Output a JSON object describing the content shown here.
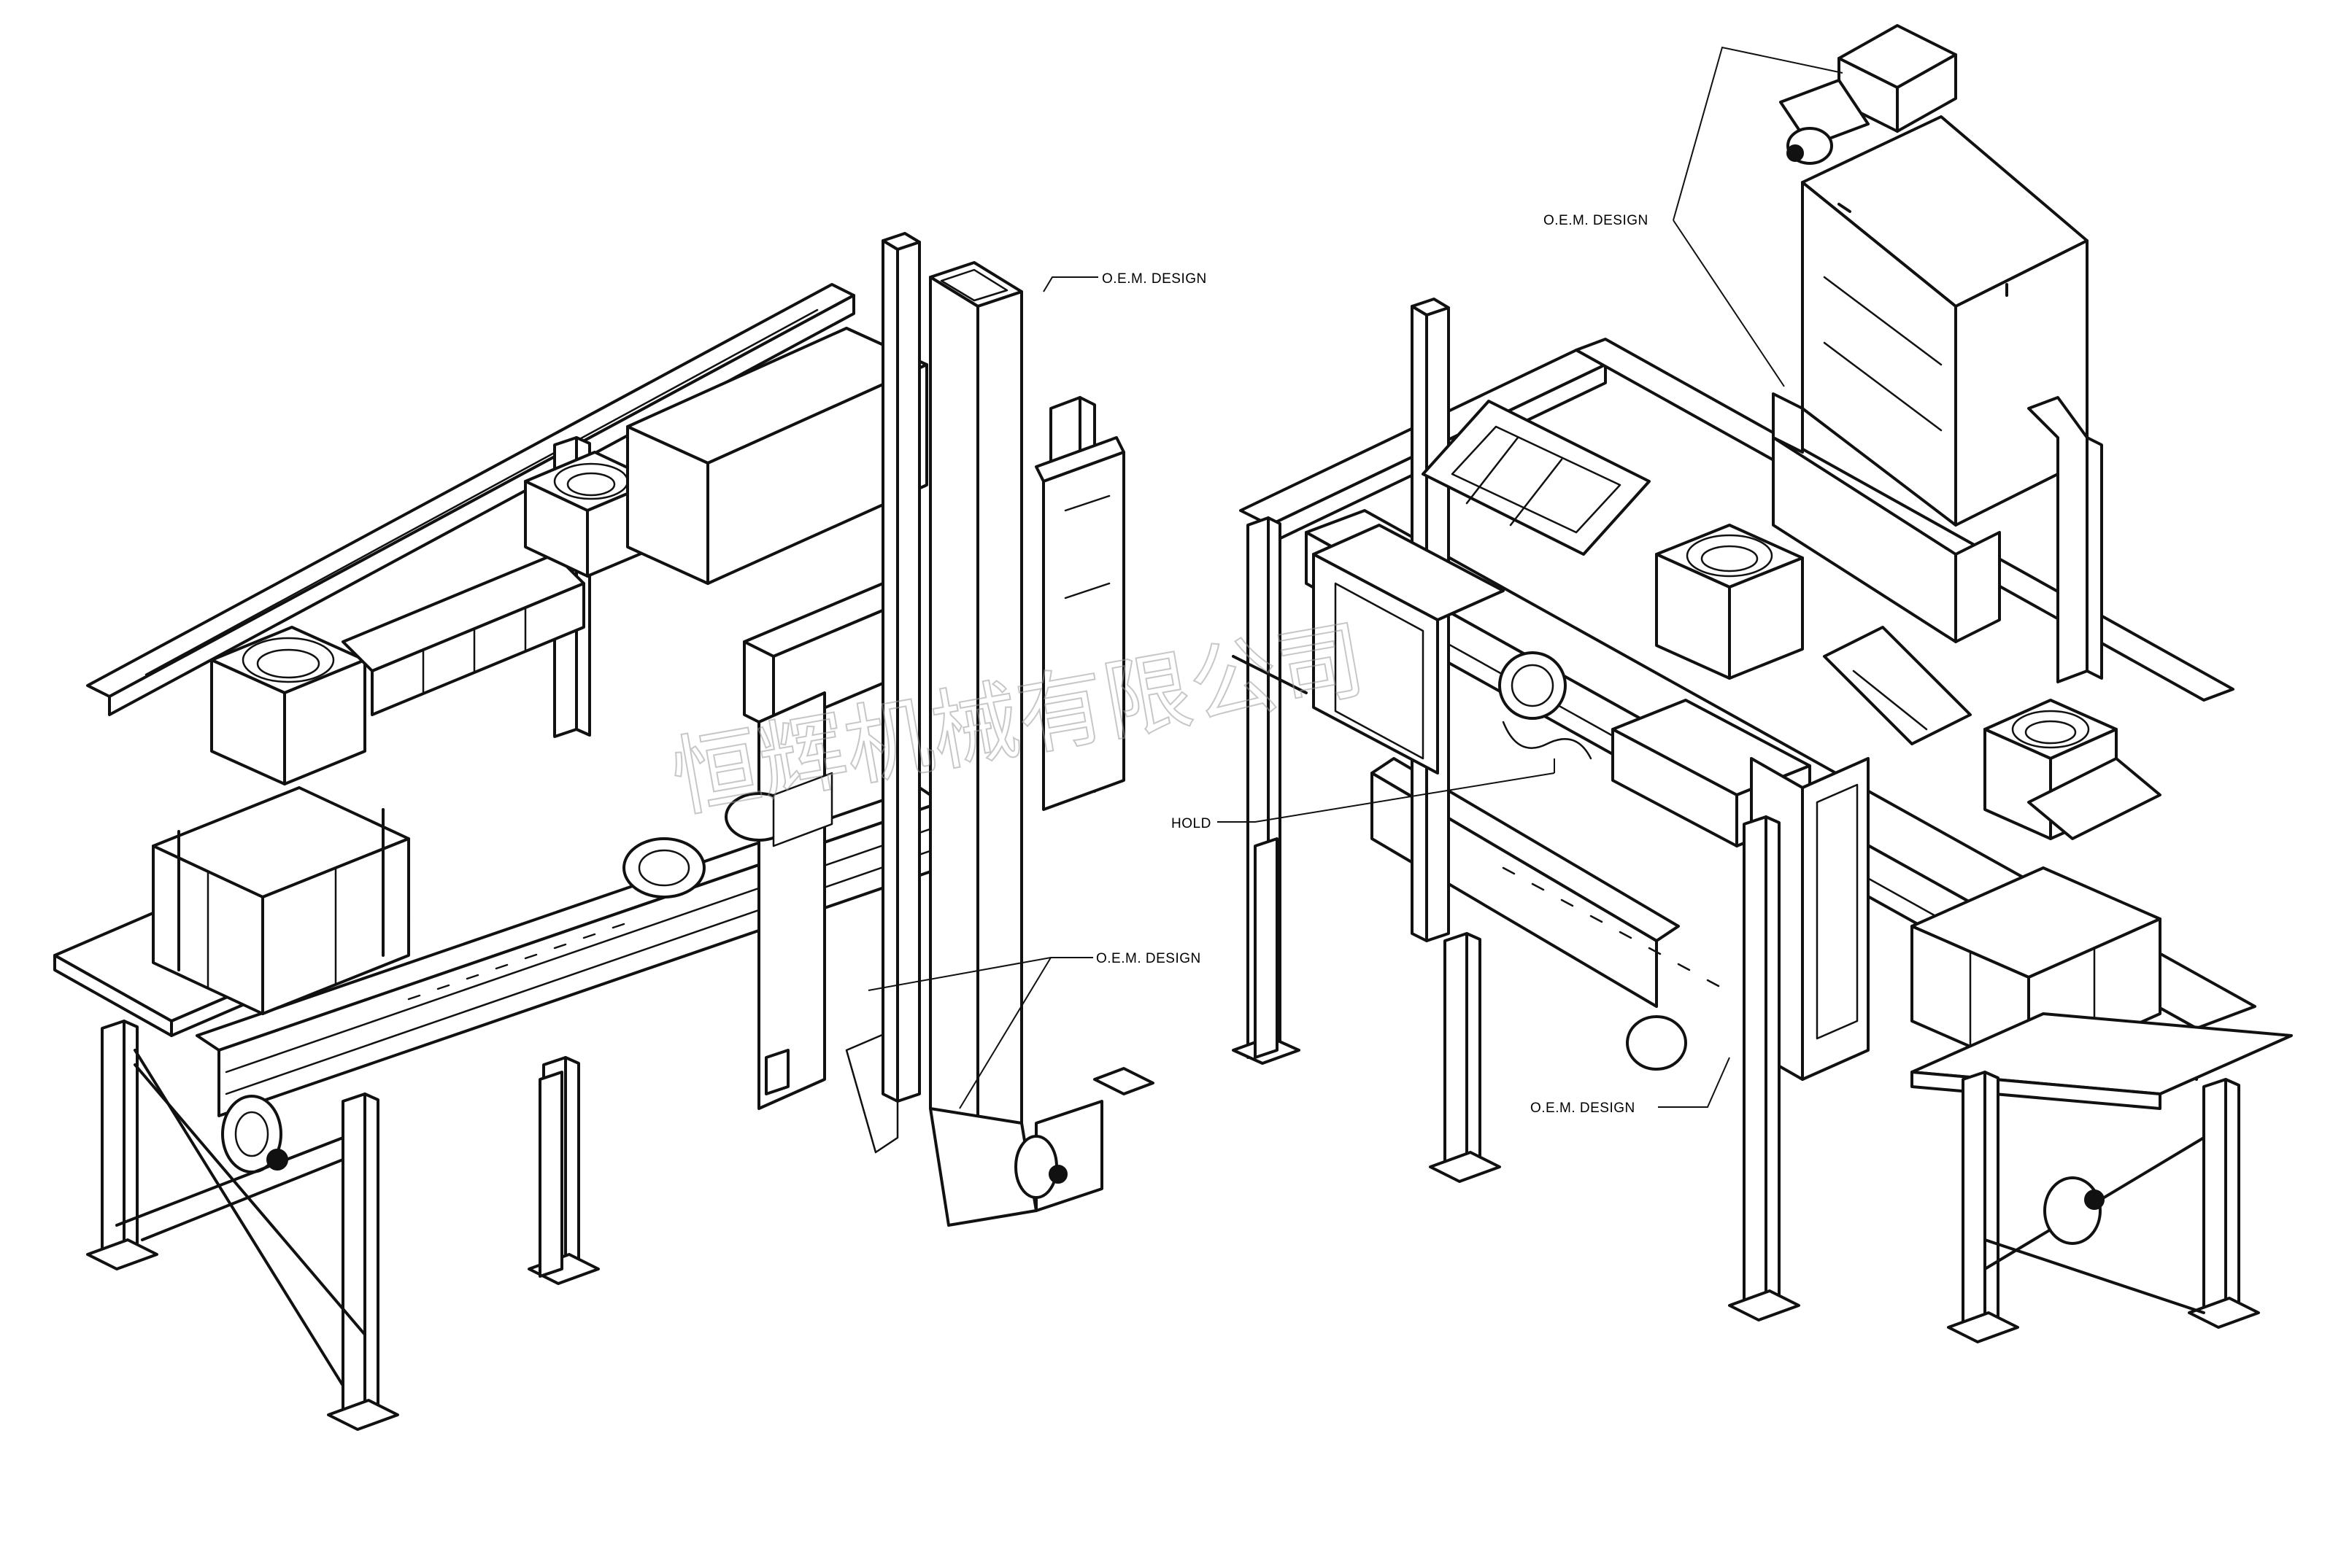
{
  "callouts": {
    "oem_1": "O.E.M. DESIGN",
    "oem_2": "O.E.M. DESIGN",
    "oem_3": "O.E.M. DESIGN",
    "oem_4": "O.E.M. DESIGN",
    "hold": "HOLD"
  },
  "watermark": "恒辉机械有限公司",
  "colors": {
    "line": "#111111",
    "background": "#ffffff",
    "watermark": "#9a9a9a"
  }
}
